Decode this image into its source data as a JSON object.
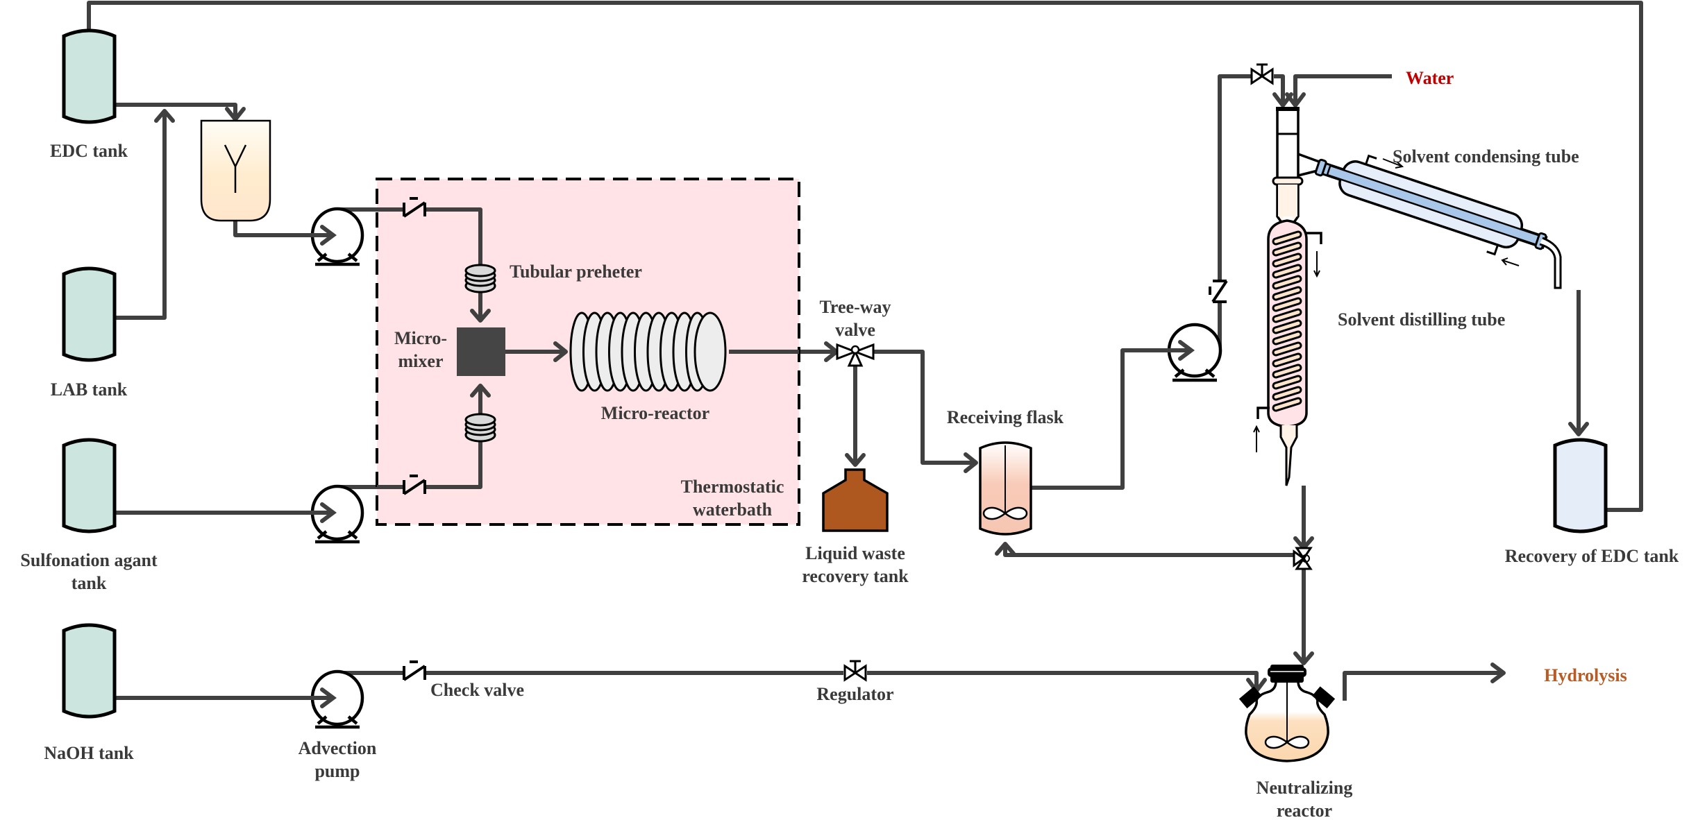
{
  "title": "Microreactor sulfonation process flow diagram",
  "colors": {
    "pipe": "#404040",
    "tank_fill": "#cce6df",
    "waterbath_fill": "#ffe3e6",
    "water_label": "#c00000",
    "hydrolysis_label": "#b85c25",
    "waste_tank_fill": "#ae5820",
    "recovery_tank_fill": "#e5edf8",
    "mixer_fill": "#454545"
  },
  "labels": {
    "edc_tank": "EDC tank",
    "lab_tank": "LAB tank",
    "sulfonation_tank_line1": "Sulfonation agant",
    "sulfonation_tank_line2": "tank",
    "naoh_tank": "NaOH tank",
    "advection_pump_line1": "Advection",
    "advection_pump_line2": "pump",
    "check_valve": "Check valve",
    "regulator": "Regulator",
    "tubular_preheater": "Tubular preheter",
    "micro_mixer_line1": "Micro-",
    "micro_mixer_line2": "mixer",
    "micro_reactor": "Micro-reactor",
    "waterbath_line1": "Thermostatic",
    "waterbath_line2": "waterbath",
    "three_way_valve_line1": "Tree-way",
    "three_way_valve_line2": "valve",
    "liquid_waste_line1": "Liquid waste",
    "liquid_waste_line2": "recovery tank",
    "receiving_flask": "Receiving flask",
    "water": "Water",
    "condensing_tube": "Solvent condensing tube",
    "distilling_tube": "Solvent distilling tube",
    "recovery_edc_tank": "Recovery of EDC tank",
    "neutralizing_line1": "Neutralizing",
    "neutralizing_line2": "reactor",
    "hydrolysis": "Hydrolysis"
  },
  "icons": {
    "storage_tank": "vertical-vessel-icon",
    "pump": "centrifugal-pump-icon",
    "check_valve": "check-valve-icon",
    "gate_valve": "gate-valve-icon",
    "three_way_valve": "three-way-valve-icon",
    "filter": "filter-icon",
    "preheater": "coil-preheater-icon",
    "mixer": "micro-mixer-icon",
    "reactor": "coil-reactor-icon",
    "stirred_vessel": "stirred-vessel-icon",
    "condenser": "condenser-icon",
    "distillation_column": "coil-column-icon",
    "three_neck_flask": "three-neck-flask-icon",
    "waste_bottle": "bottle-icon"
  }
}
